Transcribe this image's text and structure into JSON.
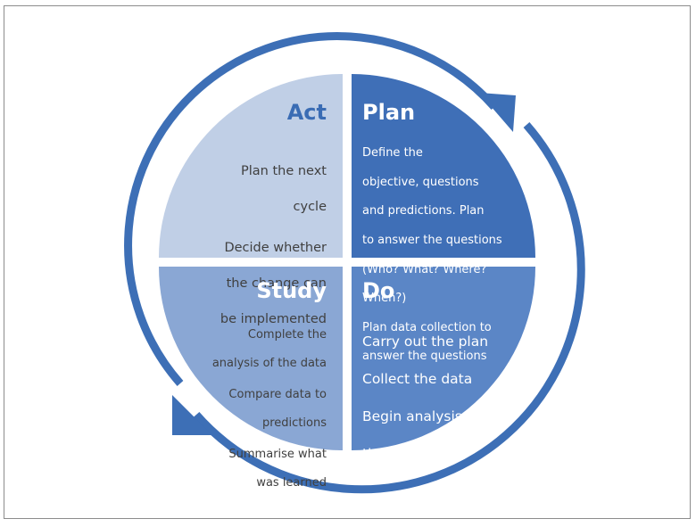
{
  "colors": {
    "ring": "#3d6fb6",
    "act": "#c0cfe6",
    "plan": "#3f6fb7",
    "study": "#8aa7d4",
    "do": "#5b86c6",
    "act_title": "#3a6cb4",
    "dark_text": "#404040",
    "light_text": "#ffffff"
  },
  "quadrants": {
    "act": {
      "title": "Act",
      "lines": [
        "Plan the next",
        "cycle",
        "Decide whether",
        "the change can",
        "be implemented"
      ]
    },
    "plan": {
      "title": "Plan",
      "lines": [
        "Define the",
        "objective, questions",
        "and predictions. Plan",
        "to answer the questions",
        "(Who? What? Where?",
        "When?)",
        "Plan data collection to",
        "answer the questions"
      ]
    },
    "study": {
      "title": "Study",
      "lines": [
        "Complete the",
        "analysis of the data",
        "Compare data to",
        "predictions",
        "Summarise what",
        "was learned"
      ]
    },
    "do": {
      "title": "Do",
      "lines": [
        "Carry out the plan",
        "Collect the data",
        "Begin analysis of",
        "the data"
      ]
    }
  }
}
